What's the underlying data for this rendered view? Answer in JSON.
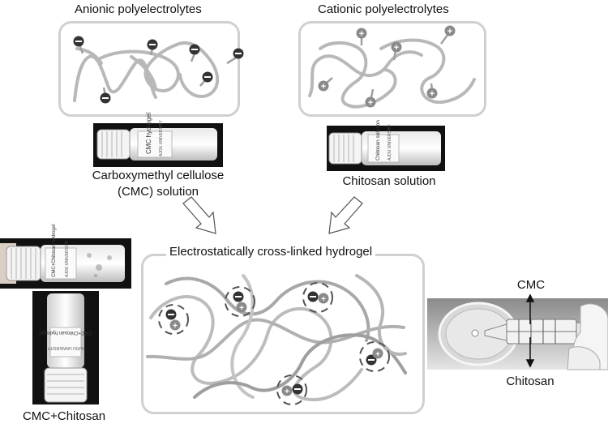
{
  "labels": {
    "anionic": "Anionic polyelectrolytes",
    "cationic": "Cationic polyelectrolytes",
    "cmc_solution_line1": "Carboxymethyl cellulose",
    "cmc_solution_line2": "(CMC) solution",
    "chitosan_solution": "Chitosan solution",
    "hydrogel": "Electrostatically cross-linked hydrogel",
    "cmc_chitosan": "CMC+Chitosan",
    "syringe_cmc": "CMC",
    "syringe_chitosan": "Chitosan"
  },
  "vial_labels": {
    "cmc": "CMC hydrogel",
    "chitosan": "Chitosan solution",
    "combined": "CMC+Chitosan hydrogel",
    "university": "AJOU UNIVERSITY"
  },
  "charges": {
    "negative": "−",
    "positive": "+"
  },
  "colors": {
    "chain": "#b8b8b8",
    "chain_dark": "#9a9a9a",
    "anion": "#3a3a3a",
    "cation": "#8a8a8a",
    "frame": "#d0d0d0"
  }
}
